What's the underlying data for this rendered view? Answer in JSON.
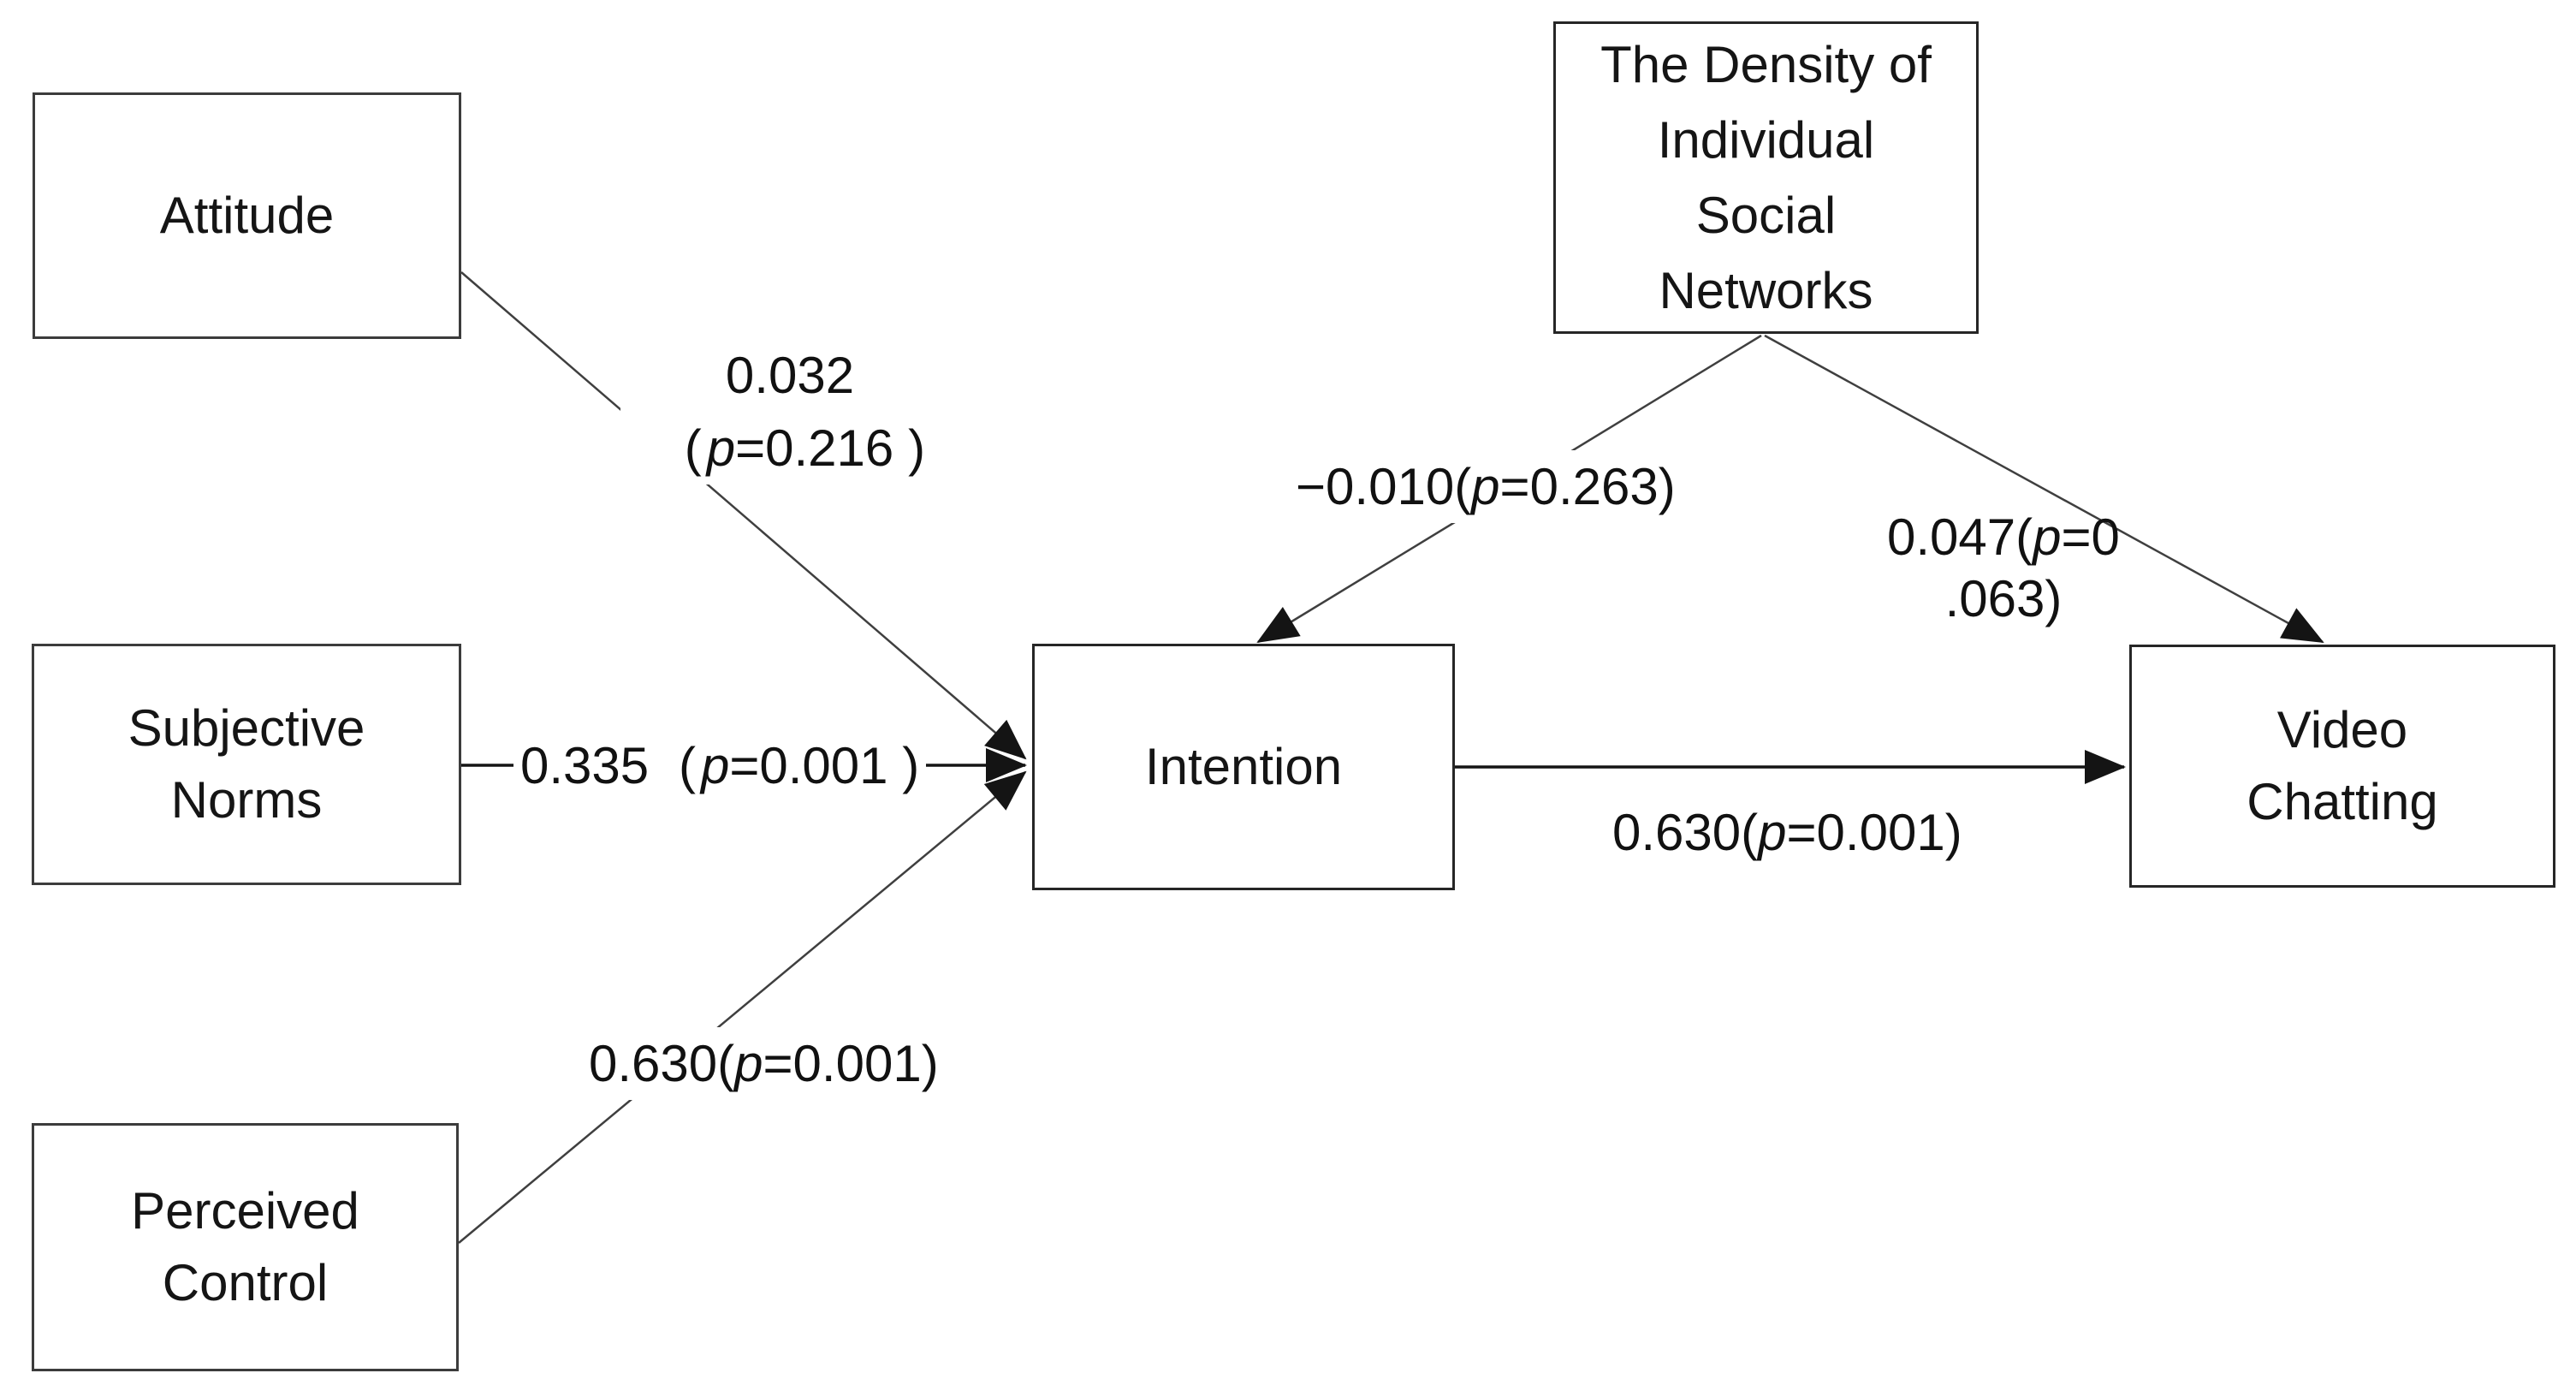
{
  "diagram": {
    "type": "path-model",
    "background": "#ffffff",
    "colors": {
      "box_border": "#3c3c3c",
      "connector_line": "#3f3f3f",
      "arrow": "#141414",
      "text": "#151515"
    },
    "nodes": {
      "attitude": {
        "lines": [
          "Attitude"
        ]
      },
      "subjective_norms": {
        "lines": [
          "Subjective",
          "Norms"
        ]
      },
      "perceived_control": {
        "lines": [
          "Perceived",
          "Control"
        ]
      },
      "density": {
        "lines": [
          "The Density of",
          "Individual",
          "Social",
          "Networks"
        ]
      },
      "intention": {
        "lines": [
          "Intention"
        ]
      },
      "video_chatting": {
        "lines": [
          "Video",
          "Chatting"
        ]
      }
    },
    "edges": {
      "attitude_to_intention": {
        "from": "attitude",
        "to": "intention",
        "coefficient": "0.032",
        "open": "(",
        "p": "p",
        "eq": "=0.216",
        "close": ")"
      },
      "subjective_norms_to_intention": {
        "from": "subjective_norms",
        "to": "intention",
        "coefficient": "0.335",
        "open": "(",
        "p": "p",
        "eq": "=0.001",
        "close": ")"
      },
      "perceived_control_to_intention": {
        "from": "perceived_control",
        "to": "intention",
        "coefficient": "0.630",
        "open": "(",
        "p": "p",
        "eq": "=0.001",
        "close": ")"
      },
      "density_to_intention": {
        "from": "density",
        "to": "intention",
        "coefficient": "−0.010",
        "open": "(",
        "p": "p",
        "eq": "=0.263",
        "close": ")"
      },
      "density_to_video_chatting": {
        "from": "density",
        "to": "video_chatting",
        "coefficient": "0.047",
        "open": "(",
        "p": "p",
        "eq": "=0",
        "wrap": ".063)"
      },
      "intention_to_video_chatting": {
        "from": "intention",
        "to": "video_chatting",
        "coefficient": "0.630",
        "open": "(",
        "p": "p",
        "eq": "=0.001",
        "close": ")"
      }
    }
  }
}
